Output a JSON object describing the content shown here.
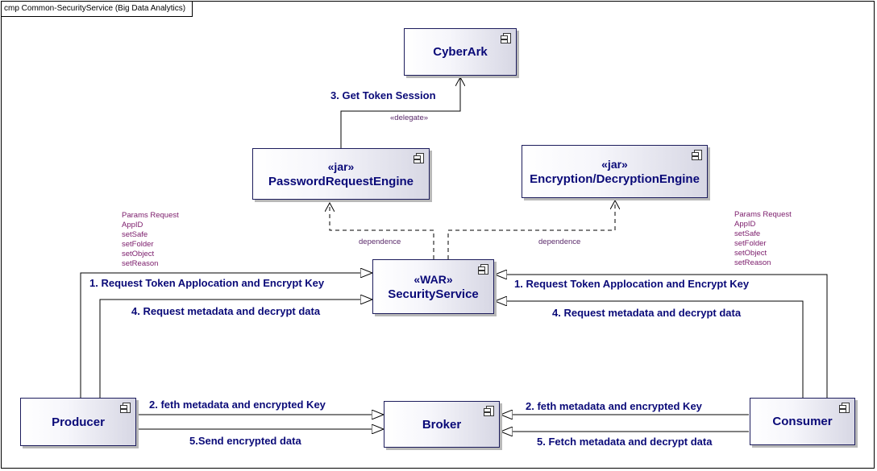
{
  "frame": {
    "title": "cmp Common-SecurityService    (Big Data Analytics)"
  },
  "components": {
    "cyberark": {
      "name": "CyberArk"
    },
    "password_engine": {
      "stereotype": "«jar»",
      "name": "PasswordRequestEngine"
    },
    "encryption_engine": {
      "stereotype": "«jar»",
      "name": "Encryption/DecryptionEngine"
    },
    "security_service": {
      "stereotype": "«WAR»",
      "name": "SecurityService"
    },
    "producer": {
      "name": "Producer"
    },
    "broker": {
      "name": "Broker"
    },
    "consumer": {
      "name": "Consumer"
    }
  },
  "connectors": {
    "get_token": "3. Get Token Session",
    "delegate": "«delegate»",
    "dependence_left": "dependence",
    "dependence_right": "dependence",
    "producer_request_token": "1. Request  Token Applocation and Encrypt Key",
    "producer_request_metadata": "4. Request metadata and decrypt data",
    "consumer_request_token": "1. Request  Token Applocation and Encrypt Key",
    "consumer_request_metadata": "4. Request metadata and decrypt data",
    "producer_fetch_key": "2. feth metadata and encrypted Key",
    "producer_send_data": "5.Send encrypted data",
    "consumer_fetch_key": "2. feth metadata and encrypted Key",
    "consumer_fetch_data": "5. Fetch metadata and decrypt data"
  },
  "params_left": [
    "Params Request",
    "AppID",
    "setSafe",
    "setFolder",
    "setObject",
    "setReason"
  ],
  "params_right": [
    "Params Request",
    "AppID",
    "setSafe",
    "setFolder",
    "setObject",
    "setReason"
  ],
  "colors": {
    "text": "#0a0a78",
    "param_text": "#7a1a6a",
    "border": "#1c1c5c"
  }
}
